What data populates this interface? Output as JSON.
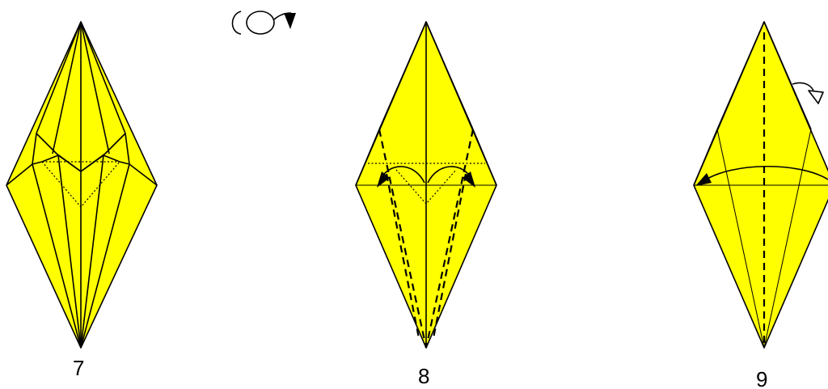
{
  "diagram": {
    "paper_color": "#ffff00",
    "line_color": "#000000",
    "hollow_arrow_fill": "#ffffff",
    "turn_over_symbol": "turn-over-icon",
    "steps": [
      {
        "number": "7",
        "instructions": [
          "crease-lines",
          "hidden-edge-dotted"
        ]
      },
      {
        "number": "8",
        "instructions": [
          "valley-fold-left",
          "valley-fold-right",
          "fold-arrow-left",
          "fold-arrow-right"
        ]
      },
      {
        "number": "9",
        "instructions": [
          "valley-fold-center",
          "fold-behind-arrow",
          "fold-arrow-across"
        ]
      }
    ]
  }
}
